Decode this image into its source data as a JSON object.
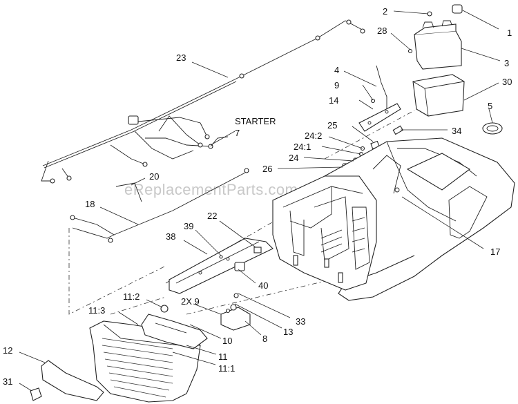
{
  "watermark": "eReplacementParts.com",
  "labels": {
    "l1": "1",
    "l2": "2",
    "l3": "3",
    "l4": "4",
    "l5": "5",
    "l7": "7",
    "l8": "8",
    "l9": "9",
    "l10": "10",
    "l11": "11",
    "l11_1": "11:1",
    "l11_2": "11:2",
    "l11_3": "11:3",
    "l12": "12",
    "l13": "13",
    "l14": "14",
    "l17": "17",
    "l18": "18",
    "l20": "20",
    "l22": "22",
    "l23": "23",
    "l24": "24",
    "l24_1": "24:1",
    "l24_2": "24:2",
    "l25": "25",
    "l26": "26",
    "l28": "28",
    "l30": "30",
    "l31": "31",
    "l33": "33",
    "l34": "34",
    "l38": "38",
    "l39": "39",
    "l40": "40",
    "l2x9": "2X 9",
    "starter": "STARTER"
  }
}
